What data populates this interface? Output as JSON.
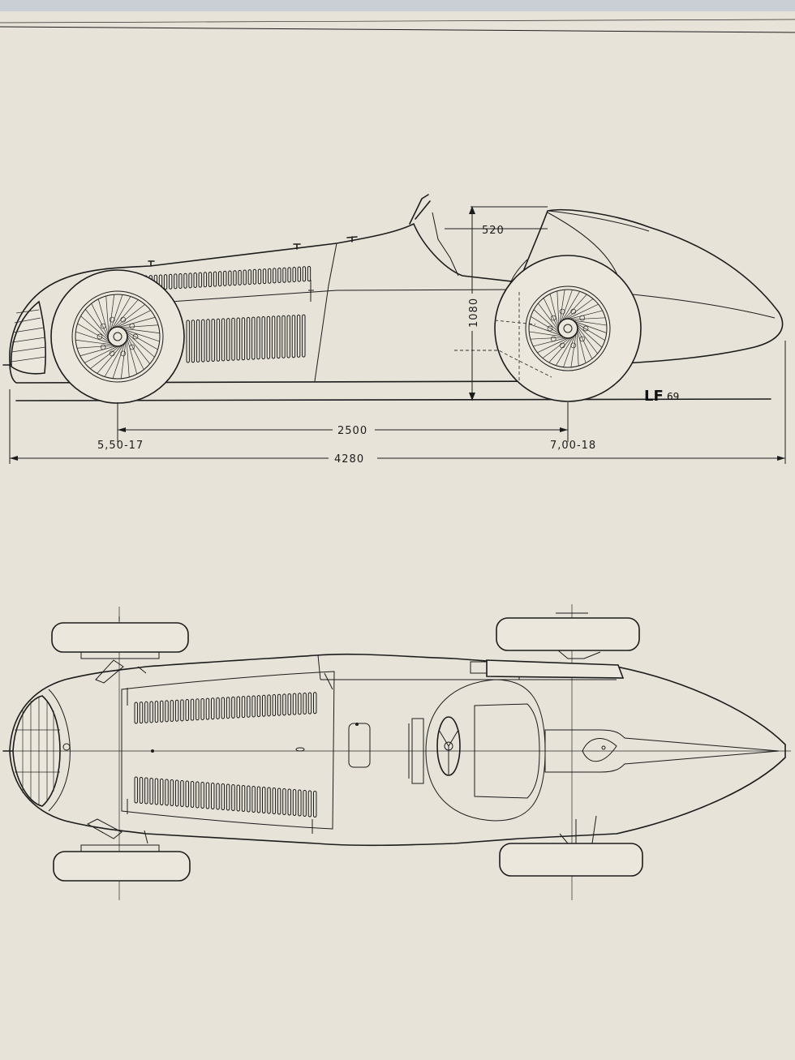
{
  "dimensions": {
    "seat_height": "520",
    "overall_height": "1080",
    "wheelbase": "2500",
    "front_tire": "5,50-17",
    "rear_tire": "7,00-18",
    "overall_length": "4280"
  },
  "signature": {
    "initials": "LF",
    "year": "69"
  },
  "colors": {
    "paper": "#e7e3d8",
    "ink": "#1c1c1c"
  }
}
